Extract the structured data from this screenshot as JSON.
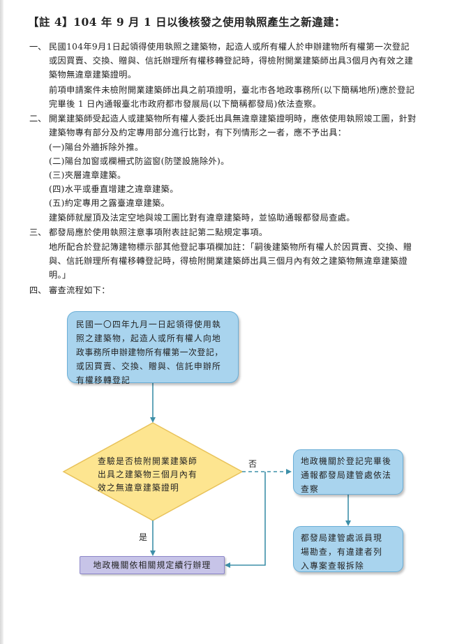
{
  "heading": "【註 4】104 年 9 月 1 日以後核發之使用執照產生之新違建：",
  "sections": [
    {
      "num": "一、",
      "lines": [
        "民國104年9月1日起領得使用執照之建築物，起造人或所有權人於申辦建物所有權第一次登記",
        "或因買賣、交換、贈與、信託辦理所有權移轉登記時，得檢附開業建築師出具3個月內有效之建",
        "築物無違章建築證明。"
      ],
      "extra": [
        "前項申請案件未檢附開業建築師出具之前項證明，臺北市各地政事務所(以下簡稱地所)應於登記",
        "完畢後 1 日內通報臺北市政府都市發展局(以下簡稱都發局)依法查察。"
      ]
    },
    {
      "num": "二、",
      "lines": [
        "開業建築師受起造人或建築物所有權人委託出具無違章建築證明時，應依使用執照竣工圖，針對",
        "建築物專有部分及約定專用部分進行比對，有下列情形之一者，應不予出具："
      ],
      "items": [
        "(一)陽台外牆拆除外推。",
        "(二)陽台加窗或欄柵式防盜窗(防墜設施除外)。",
        "(三)夾層違章建築。",
        "(四)水平或垂直增建之違章建築。",
        "(五)約定專用之露臺違章建築。"
      ],
      "extra": [
        "建築師就屋頂及法定空地與竣工圖比對有違章建築時，並協助通報都發局查處。"
      ]
    },
    {
      "num": "三、",
      "lines": [
        "都發局應於使用執照注意事項附表註記第二點規定事項。"
      ],
      "extra": [
        "地所配合於登記簿建物標示部其他登記事項欄加註：「嗣後建築物所有權人於因買賣、交換、贈",
        "與、信託辦理所有權移轉登記時，得檢附開業建築師出具三個月內有效之建築物無違章建築證",
        "明。」"
      ]
    },
    {
      "num": "四、",
      "lines": [
        "審查流程如下："
      ]
    }
  ],
  "flowchart": {
    "start": [
      "民國一〇四年九月一日起領得使用執",
      "照之建築物，起造人或所有權人向地",
      "政事務所申辦建物所有權第一次登記，",
      "或因買賣、交換、贈與、信託申辦所",
      "有權移轉登記"
    ],
    "decision": [
      "查驗是否檢附開業建築師",
      "出具之建築物三個月內有",
      "效之無違章建築證明"
    ],
    "no_label": "否",
    "yes_label": "是",
    "notify": [
      "地政機關於登記完畢後",
      "通報都發局建管處依法",
      "查察"
    ],
    "inspect": [
      "都發局建管處派員現",
      "場勘查，有違建者列",
      "入專案查報拆除"
    ],
    "continue": "地政機關依相關規定續行辦理",
    "colors": {
      "box_fill": "#a9d4ee",
      "box_border": "#6aaed6",
      "diamond_fill": "#fde590",
      "diamond_border": "#e8c25a",
      "continue_fill": "#c7c4e8",
      "arrow": "#3d8fa8"
    }
  }
}
